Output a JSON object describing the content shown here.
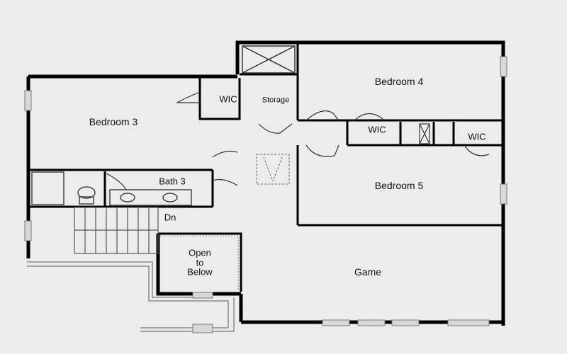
{
  "rooms": {
    "bedroom_3": "Bedroom 3",
    "bedroom_4": "Bedroom 4",
    "bedroom_5": "Bedroom 5",
    "wic_bed3": "WIC",
    "wic_bed4": "WIC",
    "wic_bed5": "WIC",
    "storage": "Storage",
    "bath_3": "Bath 3",
    "stairs_down": "Dn",
    "open_line1": "Open",
    "open_line2": "to",
    "open_line3": "Below",
    "game": "Game"
  }
}
